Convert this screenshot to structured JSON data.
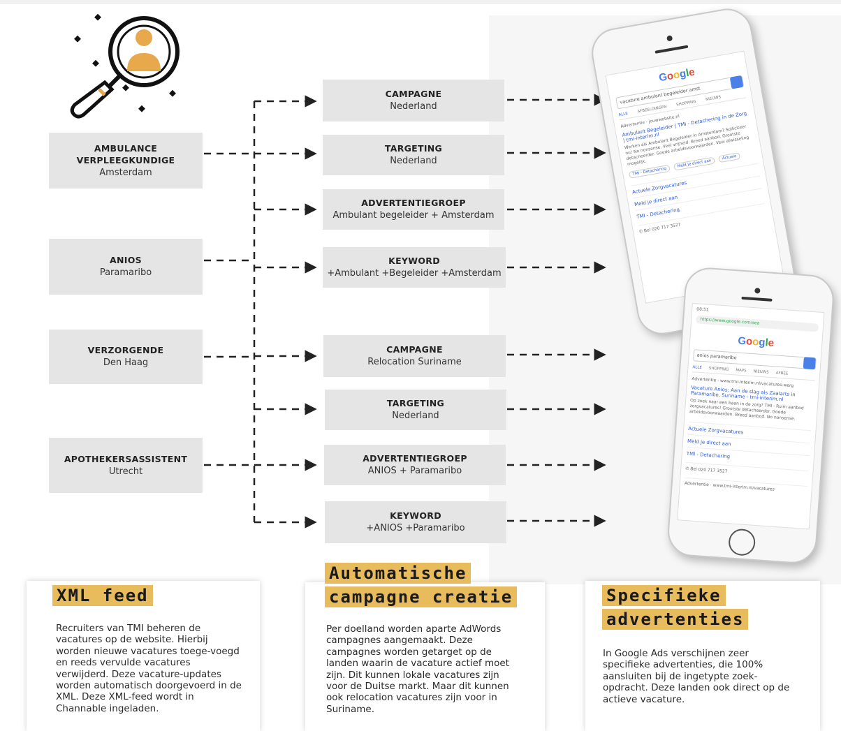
{
  "roles": [
    {
      "title": "AMBULANCE\nVERPLEEGKUNDIGE",
      "location": "Amsterdam"
    },
    {
      "title": "ANIOS",
      "location": "Paramaribo"
    },
    {
      "title": "VERZORGENDE",
      "location": "Den Haag"
    },
    {
      "title": "APOTHEKERSASSISTENT",
      "location": "Utrecht"
    }
  ],
  "structure": [
    {
      "title": "CAMPAGNE",
      "value": "Nederland"
    },
    {
      "title": "TARGETING",
      "value": "Nederland"
    },
    {
      "title": "ADVERTENTIEGROEP",
      "value": "Ambulant begeleider + Amsterdam"
    },
    {
      "title": "KEYWORD",
      "value": "+Ambulant +Begeleider +Amsterdam"
    },
    {
      "title": "CAMPAGNE",
      "value": "Relocation Suriname"
    },
    {
      "title": "TARGETING",
      "value": "Nederland"
    },
    {
      "title": "ADVERTENTIEGROEP",
      "value": "ANIOS + Paramaribo"
    },
    {
      "title": "KEYWORD",
      "value": "+ANIOS +Paramaribo"
    }
  ],
  "cards": {
    "xml": {
      "title": "XML feed",
      "text": "Recruiters van TMI beheren de vacatures op de website. Hierbij worden nieuwe vacatures toege-voegd en reeds vervulde vacatures verwijderd. Deze vacature-updates worden automatisch doorgevoerd in de XML. Deze XML-feed wordt in Channable ingeladen."
    },
    "campagne": {
      "title1": "Automatische",
      "title2": "campagne creatie",
      "text": "Per doelland worden aparte AdWords campagnes aangemaakt. Deze campagnes worden getarget op de landen waarin de vacature actief moet zijn. Dit kunnen lokale vacatures zijn voor de Duitse markt. Maar dit kunnen ook relocation vacatures zijn voor in Suriname."
    },
    "specifiek": {
      "title1": "Specifieke",
      "title2": "advertenties",
      "text": "In Google Ads verschijnen zeer specifieke advertenties, die 100% aansluiten bij de ingetypte zoek-opdracht. Deze landen ook direct op de actieve vacature."
    }
  },
  "phone1": {
    "logo": "Google",
    "query": "vacature ambulant begeleider amst",
    "tabs": [
      "ALLE",
      "AFBEELDINGEN",
      "SHOPPING",
      "NIEUWS"
    ],
    "ad_label": "Advertentie · jouwwebsite.nl",
    "ad_title": "Ambulant Begeleider | TMI - Detachering in de Zorg | tmi-interim.nl",
    "ad_text": "Werken als Ambulant Begeleider in Amsterdam? Solliciteer nu! No nonsense. Veel vrijheid. Breed aanbod. Grootste detacheerder. Goede arbeidsvoorwaarden. Veel afwisseling mogelijk.",
    "chips": [
      "TMI - Detachering",
      "Meld je direct aan",
      "Actuele"
    ],
    "links": [
      "Actuele Zorgvacatures",
      "Meld je direct aan",
      "TMI - Detachering"
    ],
    "phone": "Bel 020 717 3527"
  },
  "phone2": {
    "time": "08:51",
    "url": "https://www.google.com/sea",
    "logo": "Google",
    "query": "anios paramaribo",
    "tabs": [
      "ALLE",
      "SHOPPING",
      "MAPS",
      "NIEUWS",
      "AFBEE"
    ],
    "ad_label": "Advertentie · www.tmi-interim.nl/vacatures-werg",
    "ad_title": "Vacature Anios: Aan de slag als Zaalarts in Paramaribo, Suriname - tmi-interim.nl",
    "ad_text": "Op zoek naar een baan in de zorg? TMI - Ruim aanbod zorgvacatures! Grootste detacheerder. Goede arbeidsvoorwaarden. Breed aanbod. No nonsense.",
    "links": [
      "Actuele Zorgvacatures",
      "Meld je direct aan",
      "TMI - Detachering"
    ],
    "phone": "Bel 020 717 3527",
    "footer": "Advertentie · www.tmi-interim.nl/vacatures"
  },
  "colors": {
    "accent": "#e8bb5c",
    "box": "#e5e5e5",
    "icon_orange": "#e8a84c"
  }
}
